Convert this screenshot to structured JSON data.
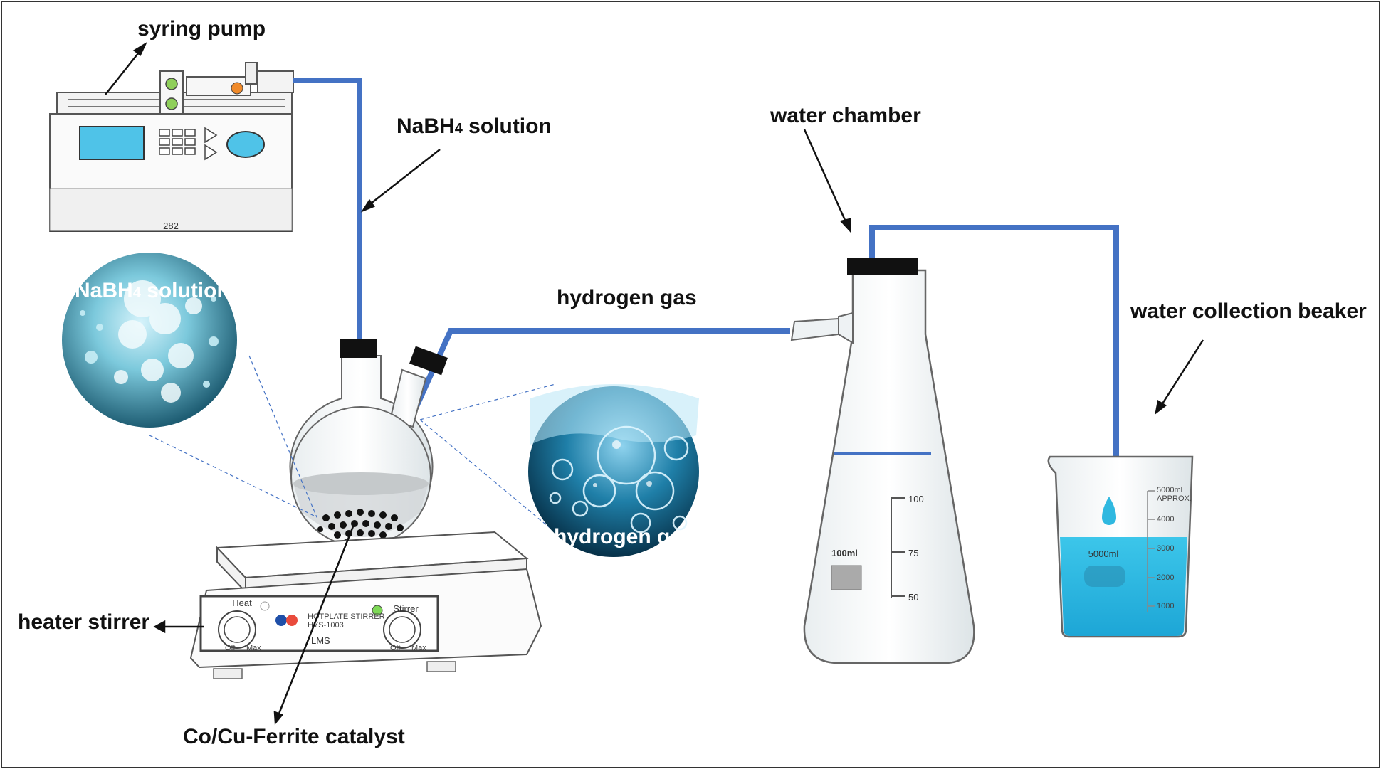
{
  "labels": {
    "syringe_pump": "syring pump",
    "nabh4_solution_top": {
      "main": "NaBH",
      "sub": "4",
      "rest": " solution"
    },
    "water_chamber": "water chamber",
    "hydrogen_gas_top": "hydrogen gas",
    "water_collection_beaker": "water collection beaker",
    "heater_stirrer": "heater stirrer",
    "catalyst": "Co/Cu-Ferrite catalyst",
    "nabh4_solution_bubble": {
      "main": "NaBH",
      "sub": "4",
      "rest": " solution"
    },
    "hydrogen_gas_bubble": "hydrogen gas"
  },
  "syringe_pump_device": {
    "dimension_label": "282"
  },
  "hotplate_device": {
    "heat_label": "Heat",
    "stirrer_label": "Stirrer",
    "brand_line1": "HOTPLATE STIRRER",
    "brand_line2": "HYS-1003",
    "maker": "LMS",
    "knob_off": "Off",
    "knob_max": "Max"
  },
  "flask_device": {
    "volume_label": "100ml",
    "graduations": [
      "100",
      "75",
      "50"
    ]
  },
  "beaker_device": {
    "volume_label": "5000ml",
    "top_mark": "5000ml",
    "approx": "APPROX.",
    "graduations": [
      "4000",
      "3000",
      "2000",
      "1000"
    ]
  },
  "colors": {
    "tube": "#4472c4",
    "water": "#2fb8e0",
    "stopper": "#111111",
    "outline": "#555555"
  }
}
